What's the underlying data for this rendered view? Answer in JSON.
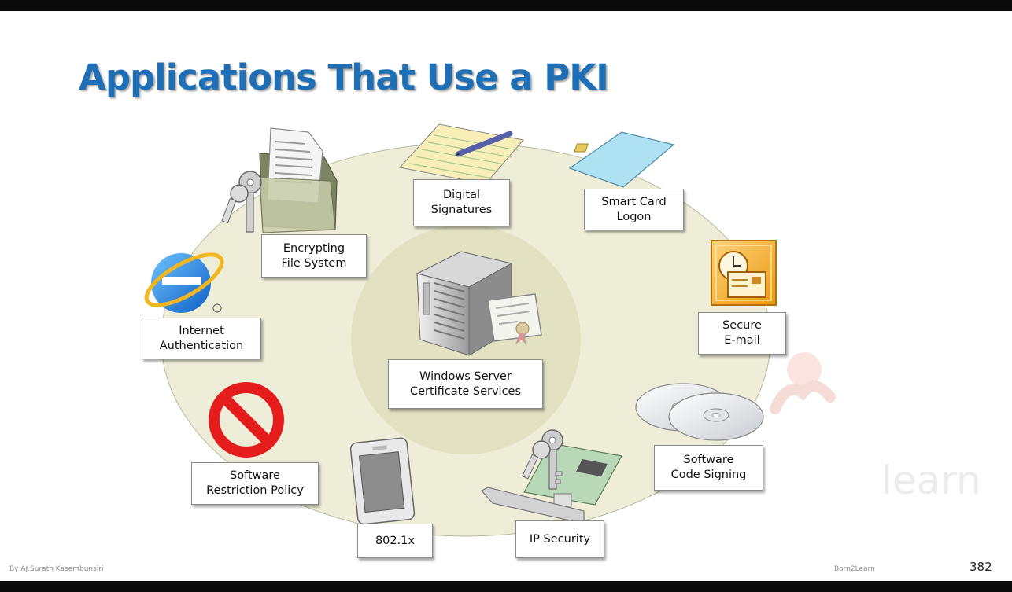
{
  "title": "Applications That Use a PKI",
  "center": {
    "line1": "Windows Server",
    "line2": "Certificate Services"
  },
  "applications": [
    {
      "id": "digital-signatures",
      "line1": "Digital",
      "line2": "Signatures"
    },
    {
      "id": "smart-card-logon",
      "line1": "Smart Card",
      "line2": "Logon"
    },
    {
      "id": "secure-email",
      "line1": "Secure",
      "line2": "E-mail"
    },
    {
      "id": "software-code-signing",
      "line1": "Software",
      "line2": "Code Signing"
    },
    {
      "id": "ip-security",
      "line1": "IP Security",
      "line2": ""
    },
    {
      "id": "8021x",
      "line1": "802.1x",
      "line2": ""
    },
    {
      "id": "software-restriction-policy",
      "line1": "Software",
      "line2": "Restriction Policy"
    },
    {
      "id": "internet-authentication",
      "line1": "Internet",
      "line2": "Authentication"
    },
    {
      "id": "encrypting-file-system",
      "line1": "Encrypting",
      "line2": "File System"
    }
  ],
  "footer": {
    "author": "By AJ.Surath Kasembunsiri",
    "brand": "Born2Learn",
    "page_number": "382",
    "watermark": "learn"
  },
  "colors": {
    "title": "#1e6fb5",
    "ellipse_fill": "#eeeed8",
    "center_circle_fill": "#e2e1c2"
  }
}
